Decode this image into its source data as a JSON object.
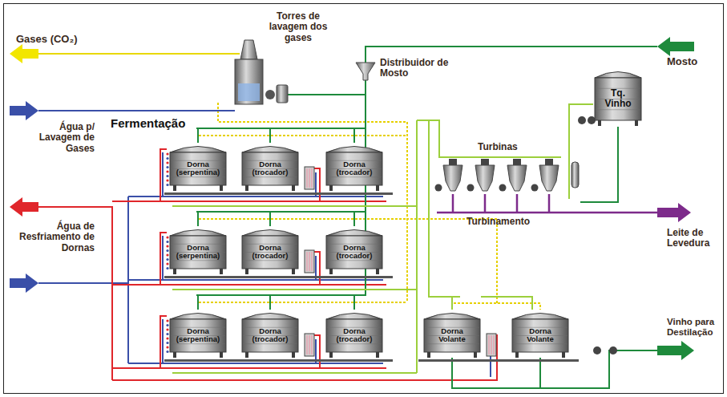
{
  "diagram": {
    "nodes": [
      {
        "text": [
          "Tq. Vinho"
        ]
      },
      {
        "text": [
          "Dorna (serpentina)"
        ]
      },
      {
        "text": [
          "Dorna (trocador)"
        ]
      },
      {
        "text": [
          "Dorna (trocador)"
        ]
      },
      {
        "text": [
          "Dorna (serpentina)"
        ]
      },
      {
        "text": [
          "Dorna (trocador)"
        ]
      },
      {
        "text": [
          "Dorna (trocador)"
        ]
      },
      {
        "text": [
          "Dorna (serpentina)"
        ]
      },
      {
        "text": [
          "Dorna (trocador)"
        ]
      },
      {
        "text": [
          "Dorna (trocador)"
        ]
      },
      {
        "text": [
          "Dorna Volante"
        ]
      },
      {
        "text": [
          "Dorna Volante"
        ]
      }
    ],
    "labels": [
      "Gases (CO₂)",
      "Torres de lavagem dos gases",
      "Distribuidor de Mosto",
      "Mosto",
      "Água p/ Lavagem de Gases",
      "Fermentação",
      "Turbinas",
      "Água de Resfriamento de Dornas",
      "Turbinamento",
      "Leite de Levedura",
      "Vinho para Destilação"
    ]
  }
}
